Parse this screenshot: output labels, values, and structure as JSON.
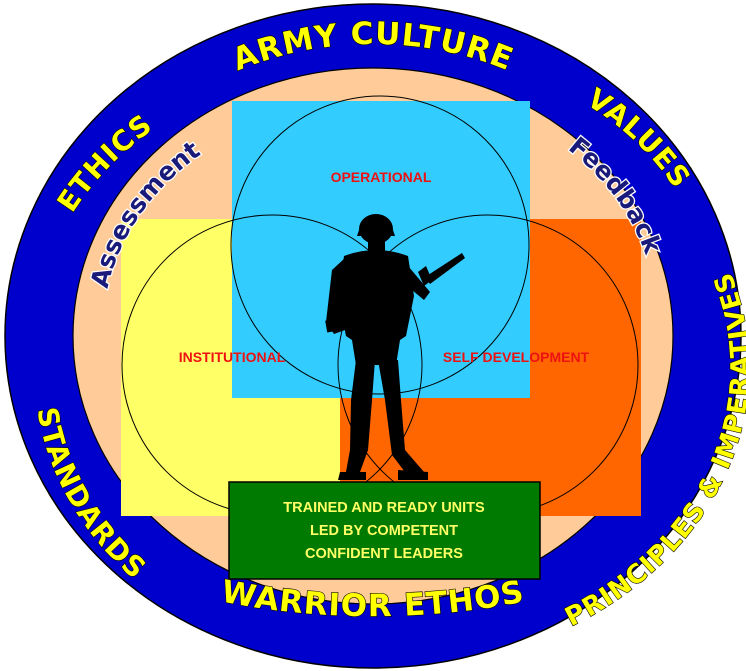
{
  "outer_ring": {
    "top": "ARMY CULTURE",
    "values": "VALUES",
    "principles": "PRINCIPLES & IMPERATIVES",
    "bottom": "WARRIOR ETHOS",
    "standards": "STANDARDS",
    "ethics": "ETHICS"
  },
  "inner_arcs": {
    "assessment": "Assessment",
    "feedback": "Feedback"
  },
  "domains": {
    "operational": "OPERATIONAL",
    "institutional": "INSTITUTIONAL",
    "self_development": "SELF DEVELOPMENT"
  },
  "outcome_box": {
    "line1": "TRAINED AND READY UNITS",
    "line2": "LED  BY COMPETENT",
    "line3": "CONFIDENT LEADERS"
  },
  "colors": {
    "ring": "#0000cc",
    "ring_text": "#ffff00",
    "inner_disc": "#ffcc99",
    "operational": "#33ccff",
    "institutional": "#ffff66",
    "self_development": "#ff6600",
    "outcome_box": "#007a00",
    "side_text": "#1a1a7a",
    "domain_labels": "#ee1111"
  }
}
